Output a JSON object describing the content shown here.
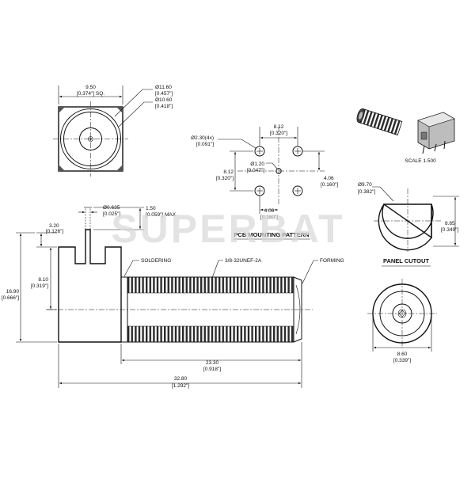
{
  "watermark": "SUPERBAT",
  "front_view": {
    "width": "9.50",
    "width_in": "[0.374\"] SQ.",
    "dia_outer": "Ø11.60",
    "dia_outer_in": "[0.457\"]",
    "dia_inner": "Ø10.60",
    "dia_inner_in": "[0.418\"]"
  },
  "pcb": {
    "title": "PCB MOUNTING PATTERN",
    "spacing_top": "8.12",
    "spacing_top_in": "[0.320\"]",
    "holes": "Ø2.30(4x)",
    "holes_in": "[0.091\"]",
    "center_hole": "Ø1.20",
    "center_hole_in": "[0.047\"]",
    "spacing_left": "8.12",
    "spacing_left_in": "[0.320\"]",
    "offset_right": "4.06",
    "offset_right_in": "[0.160\"]",
    "offset_bottom": "4.06",
    "offset_bottom_in": "[0.160\"]"
  },
  "iso": {
    "scale": "SCALE   1.500"
  },
  "panel": {
    "title": "PANEL CUTOUT",
    "dia": "Ø9.70",
    "dia_in": "[0.382\"]",
    "flat": "8.85",
    "flat_in": "[0.349\"]"
  },
  "end_view": {
    "width": "8.60",
    "width_in": "[0.339\"]"
  },
  "side_view": {
    "pin_dia": "Ø0.635",
    "pin_dia_in": "[0.025\"]",
    "pin_len": "1.50",
    "pin_len_in": "[0.059\"] MAX.",
    "tab_h": "3.20",
    "tab_h_in": "[0.126\"]",
    "soldering": "SOLDERING",
    "thread": "3/8-32UNEF-2A",
    "forming": "FORMING",
    "center_h": "8.10",
    "center_h_in": "[0.319\"]",
    "total_h": "16.90",
    "total_h_in": "[0.666\"]",
    "thread_len": "23.30",
    "thread_len_in": "[0.918\"]",
    "total_len": "32.80",
    "total_len_in": "[1.292\"]"
  }
}
